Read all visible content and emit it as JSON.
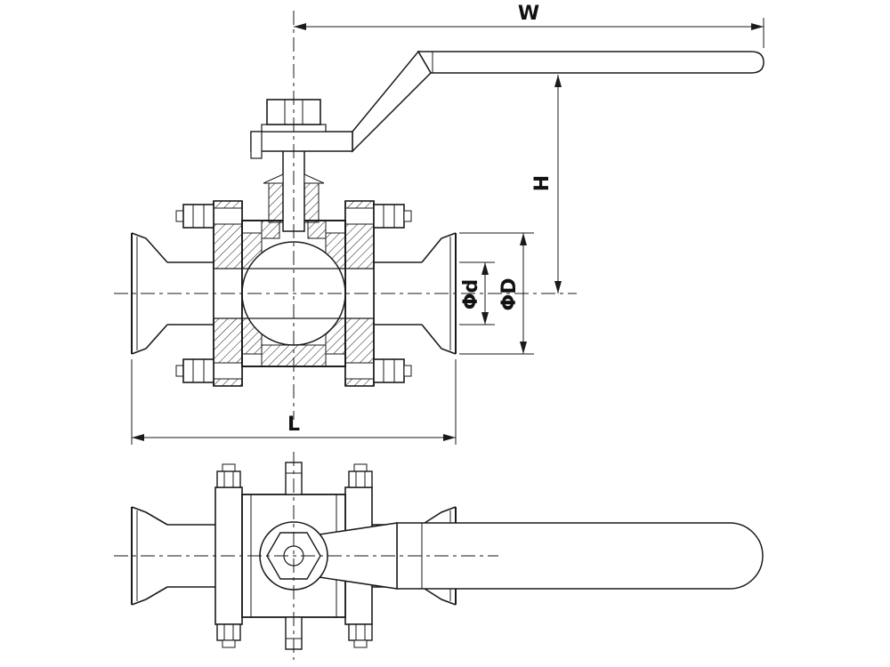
{
  "canvas": {
    "background": "#ffffff",
    "line_color": "#1a1a1a"
  },
  "dimensions": {
    "handle_width": "W",
    "height": "H",
    "bore_diameter": "Φd",
    "end_diameter": "ΦD",
    "face_to_face_length": "L"
  }
}
